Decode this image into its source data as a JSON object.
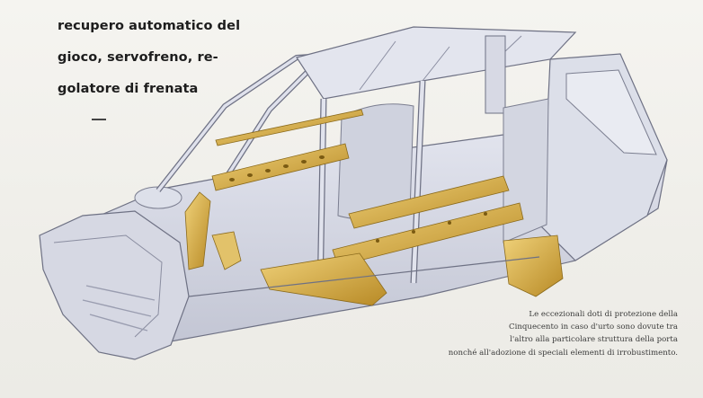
{
  "heading": {
    "lines": [
      "recupero automatico del",
      "gioco, servofreno, re-",
      "golatore di frenata"
    ]
  },
  "caption": {
    "lines": [
      "Le eccezionali doti di protezione della",
      "Cinquecento in caso d'urto sono dovute tra",
      "l'altro alla particolare struttura della porta",
      "nonché all'adozione di speciali elementi di irrobustimento."
    ]
  },
  "colors": {
    "background": "#f1f0ec",
    "body_frame": "#c9ccd9",
    "body_outline": "#6e7184",
    "reinforcement": "#d9b44a",
    "text": "#1d1d1d"
  },
  "illustration": {
    "subject": "car-body-shell-icon"
  }
}
